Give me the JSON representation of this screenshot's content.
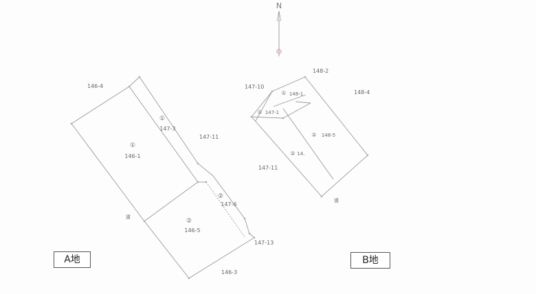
{
  "compass": {
    "north_label": "N"
  },
  "site_a": {
    "box_label": "A地",
    "parcels": {
      "main": {
        "marker": "①",
        "number": "146-1"
      },
      "strip": {
        "marker": "①",
        "number": "147-3"
      },
      "lower_left": {
        "marker": "②",
        "number": "146-5"
      },
      "lower_right": {
        "marker": "②",
        "number": "147-6"
      }
    },
    "neighbors": {
      "top": "146-4",
      "right": "147-11",
      "bottom": "146-3",
      "bottom_right": "147-13"
    },
    "road_label": "道"
  },
  "site_b": {
    "box_label": "B地",
    "parcels": {
      "top": {
        "marker": "①",
        "number": "148-1"
      },
      "left": {
        "marker": "①",
        "number": "147-1"
      },
      "right": {
        "marker": "②",
        "number": "148-5"
      },
      "center": {
        "marker": "②",
        "number": "14."
      }
    },
    "neighbors": {
      "top": "148-2",
      "top_left": "147-10",
      "right": "148-4",
      "left": "147-11"
    },
    "road_label": "道"
  }
}
